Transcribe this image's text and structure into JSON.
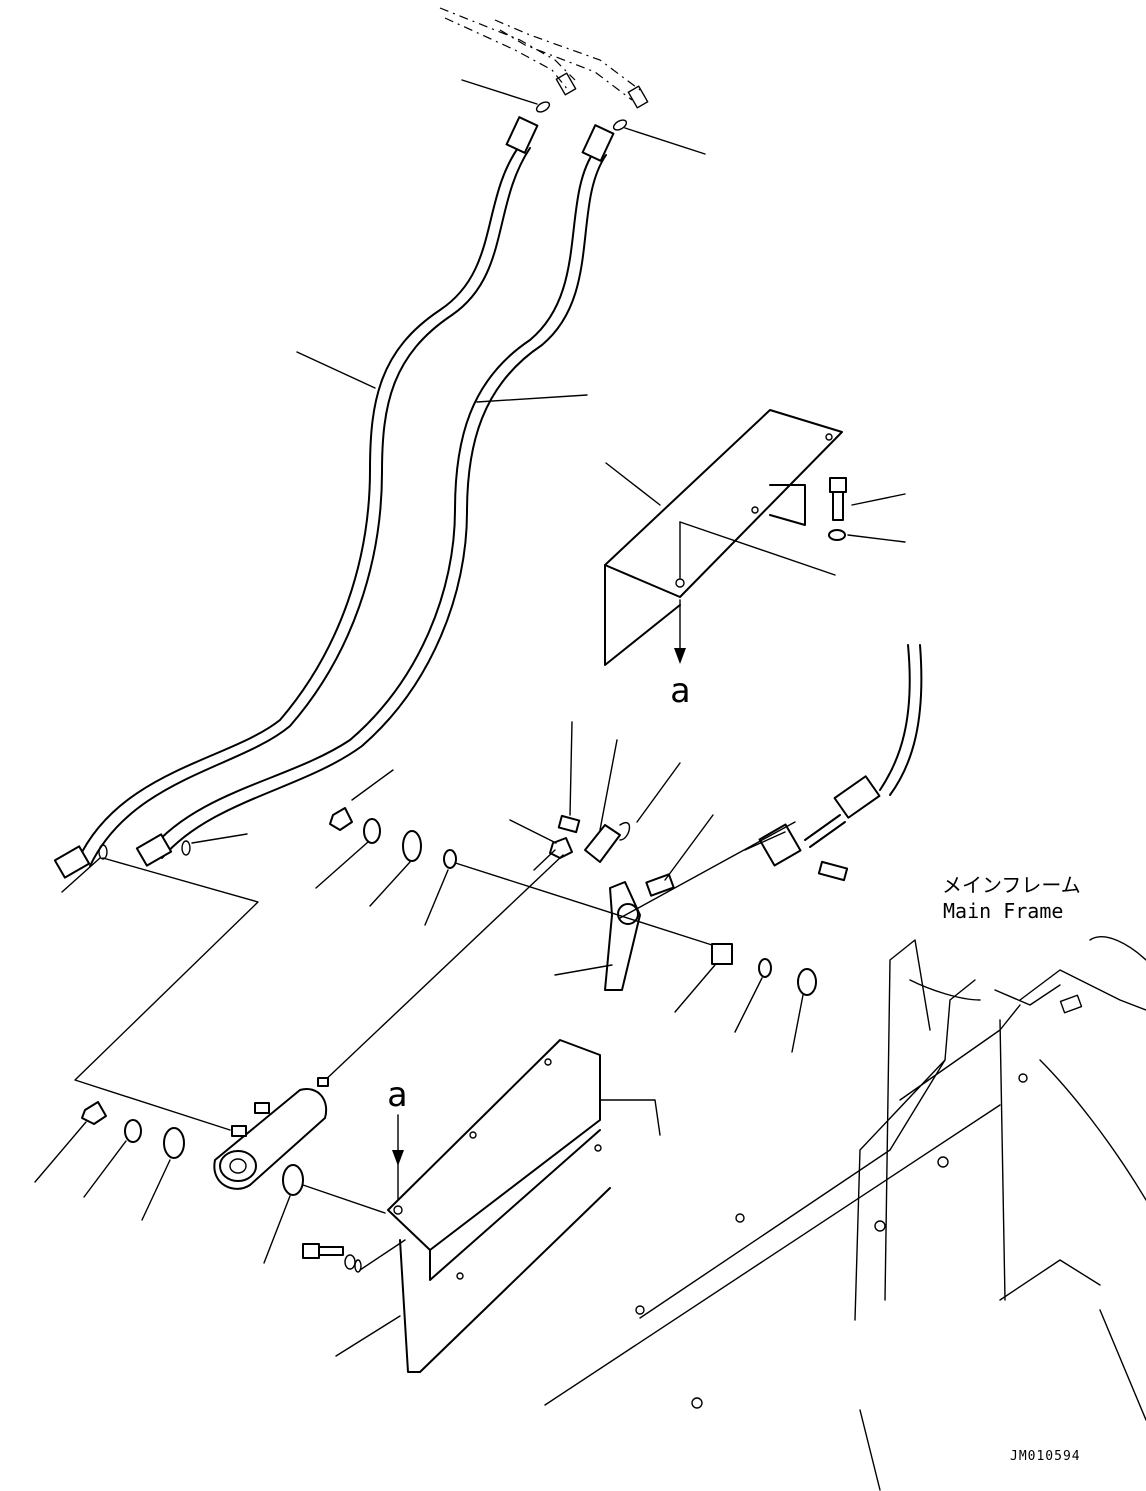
{
  "labels": {
    "view_marker_top": "a",
    "view_marker_bottom": "a",
    "main_frame_jp": "メインフレーム",
    "main_frame_en": "Main Frame",
    "drawing_code": "JM010594"
  }
}
